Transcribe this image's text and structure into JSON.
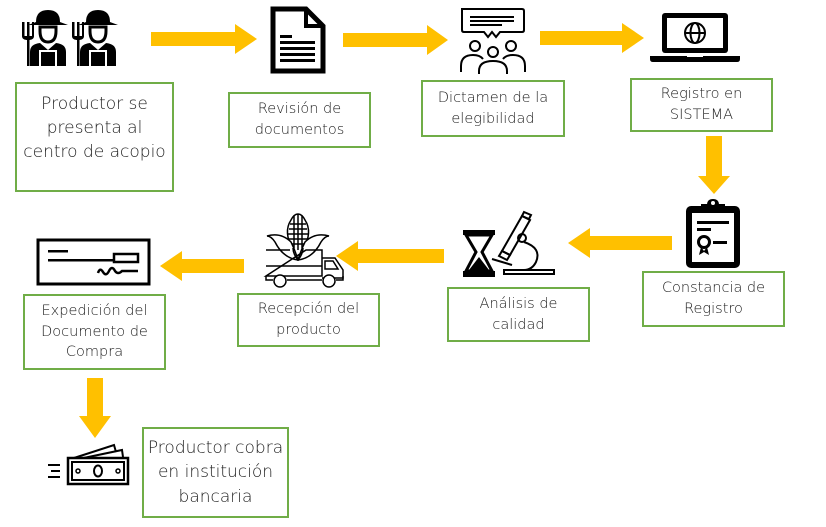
{
  "diagram": {
    "title": "",
    "arrow_color": "#ffc000",
    "box_border_color": "#70ad47",
    "icon_color": "#000000",
    "steps": [
      {
        "id": 1,
        "label": "Productor se\npresenta al\ncentro de acopio",
        "icon": "farmers-icon"
      },
      {
        "id": 2,
        "label": "Revisión de\ndocumentos",
        "icon": "document-icon"
      },
      {
        "id": 3,
        "label": "Dictamen de la\nelegibilidad",
        "icon": "meeting-discussion-icon"
      },
      {
        "id": 4,
        "label": "Registro en\nSISTEMA",
        "icon": "laptop-globe-icon"
      },
      {
        "id": 5,
        "label": "Constancia de\nRegistro",
        "icon": "clipboard-certificate-icon"
      },
      {
        "id": 6,
        "label": "Análisis de\ncalidad",
        "icon": "hourglass-microscope-icon"
      },
      {
        "id": 7,
        "label": "Recepción del\nproducto",
        "icon": "corn-truck-icon"
      },
      {
        "id": 8,
        "label": "Expedición del\nDocumento de\nCompra",
        "icon": "check-document-icon"
      },
      {
        "id": 9,
        "label": "Productor cobra\nen institución\nbancaria",
        "icon": "money-bill-icon"
      }
    ],
    "flow": [
      {
        "from": 1,
        "to": 2,
        "direction": "right"
      },
      {
        "from": 2,
        "to": 3,
        "direction": "right"
      },
      {
        "from": 3,
        "to": 4,
        "direction": "right"
      },
      {
        "from": 4,
        "to": 5,
        "direction": "down"
      },
      {
        "from": 5,
        "to": 6,
        "direction": "left"
      },
      {
        "from": 6,
        "to": 7,
        "direction": "left"
      },
      {
        "from": 7,
        "to": 8,
        "direction": "left"
      },
      {
        "from": 8,
        "to": 9,
        "direction": "down"
      }
    ]
  }
}
